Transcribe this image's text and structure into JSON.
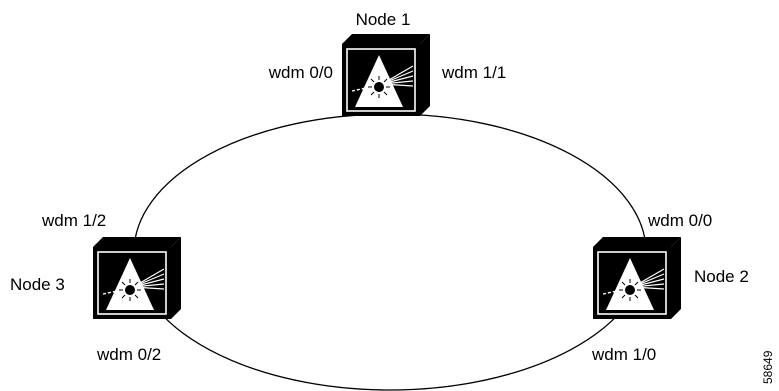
{
  "figure_number": "58649",
  "nodes": [
    {
      "name": "Node 1",
      "ports": [
        "wdm 0/0",
        "wdm 1/1"
      ],
      "icon": "optical-node-icon"
    },
    {
      "name": "Node 2",
      "ports": [
        "wdm 0/0",
        "wdm 1/0"
      ],
      "icon": "optical-node-icon"
    },
    {
      "name": "Node 3",
      "ports": [
        "wdm 1/2",
        "wdm 0/2"
      ],
      "icon": "optical-node-icon"
    }
  ],
  "colors": {
    "line": "#000000",
    "background": "#ffffff",
    "device": "#000000",
    "prism": "#ffffff"
  }
}
